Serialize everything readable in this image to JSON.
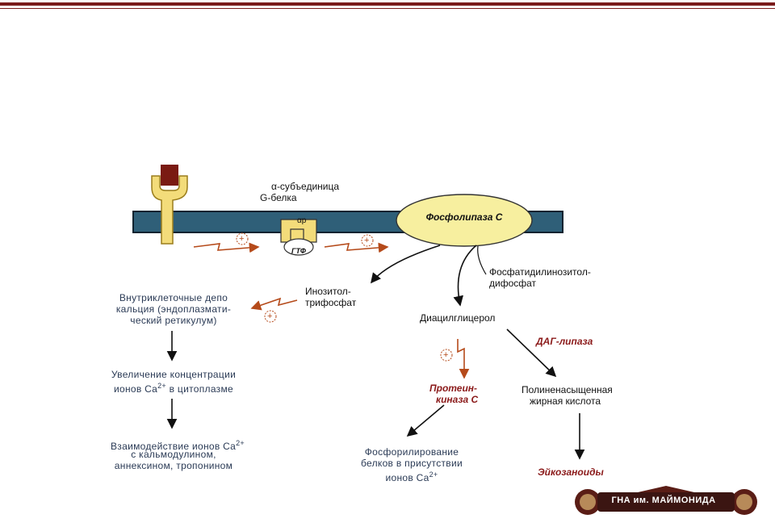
{
  "diagram": {
    "alpha_subunit": "α-субъединица",
    "g_protein": "G-белка",
    "alpha_p": "αp",
    "gtp": "ГТФ",
    "phospholipase": "Фосфолипаза С",
    "pip2_line1": "Фосфатидилинозитол-",
    "pip2_line2": "дифосфат",
    "ip3_line1": "Инозитол-",
    "ip3_line2": "трифосфат",
    "dag": "Диацилглицерол",
    "dag_lipase": "ДАГ-липаза",
    "depot_line1": "Внутриклеточные депо",
    "depot_line2": "кальция (эндоплазмати-",
    "depot_line3": "ческий ретикулум)",
    "increase_line1": "Увеличение концентрации",
    "increase_line2": "ионов Ca",
    "increase_sup": "2+",
    "increase_line2_tail": " в цитоплазме",
    "interact_line1": "Взаимодействие ионов Ca",
    "interact_sup": "2+",
    "interact_line2": "с кальмодулином,",
    "interact_line3": "аннексином, тропонином",
    "pkc_line1": "Протеин-",
    "pkc_line2": "киназа С",
    "pufa_line1": "Полиненасыщенная",
    "pufa_line2": "жирная кислота",
    "phos_line1": "Фосфорилирование",
    "phos_line2": "белков в присутствии",
    "phos_line3": "ионов Ca",
    "phos_sup": "2+",
    "eicosanoids": "Эйкозаноиды",
    "plus_sign": "+"
  },
  "logo": {
    "text": "ГНА им. МАЙМОНИДА"
  },
  "colors": {
    "membrane": "#2f5f78",
    "membrane_edge": "#0e2330",
    "receptor": "#f3dc7a",
    "ligand": "#7a1a12",
    "enzyme": "#f7ef9f",
    "signal_arrow": "#b54a1a",
    "banner": "#7a1c1c"
  }
}
